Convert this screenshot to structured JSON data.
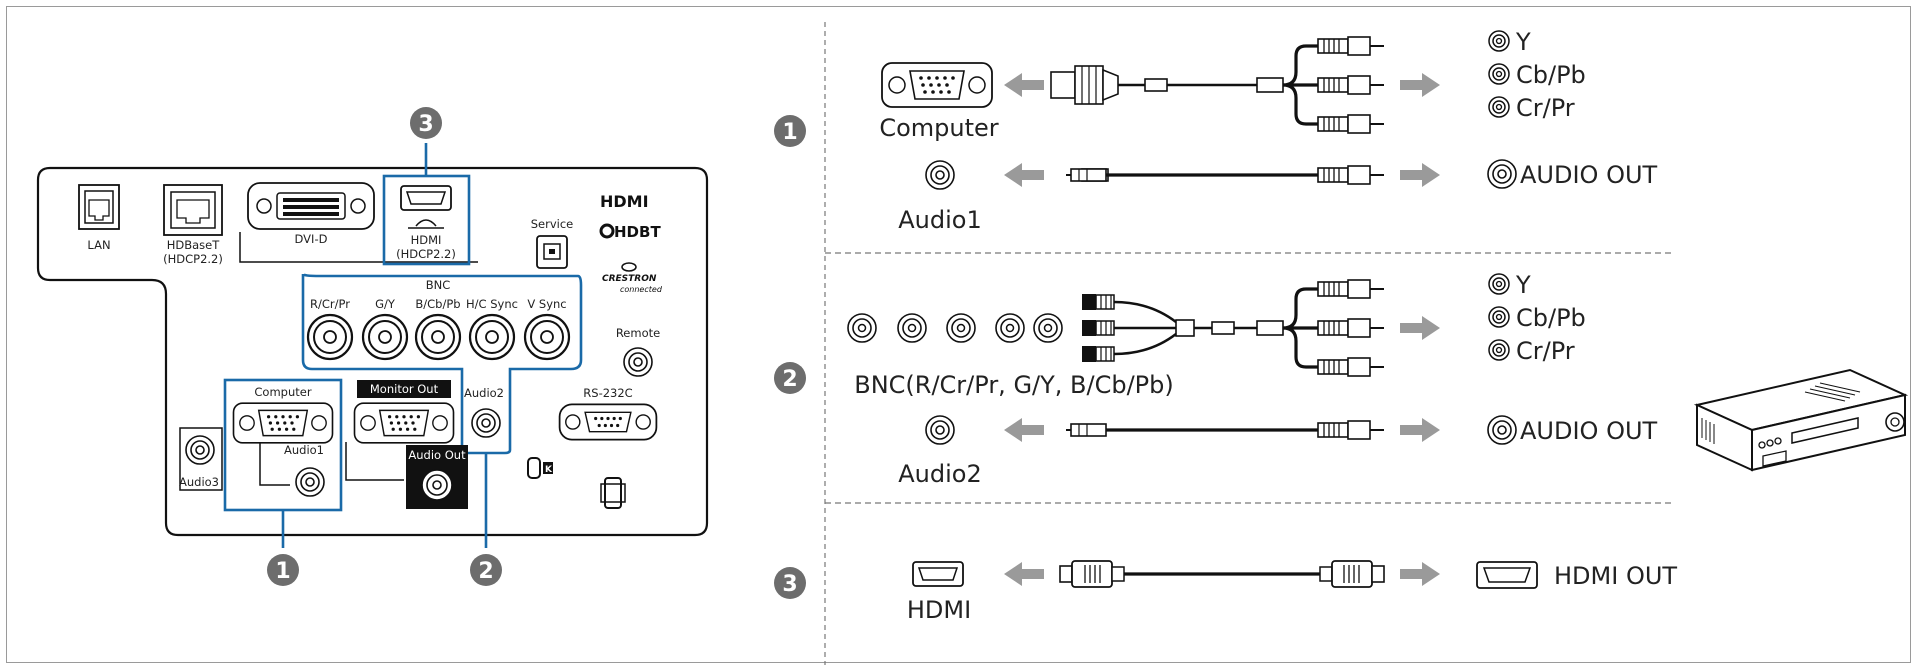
{
  "panel": {
    "ports": {
      "lan": "LAN",
      "hdbaset": "HDBaseT",
      "hdbaset_sub": "(HDCP2.2)",
      "dvi": "DVI-D",
      "hdmi": "HDMI",
      "hdmi_sub": "(HDCP2.2)",
      "service": "Service",
      "bnc": "BNC",
      "bnc_sub": [
        "R/Cr/Pr",
        "G/Y",
        "B/Cb/Pb",
        "H/C Sync",
        "V Sync"
      ],
      "remote": "Remote",
      "computer": "Computer",
      "monitor_out": "Monitor Out",
      "audio2": "Audio2",
      "rs232c": "RS-232C",
      "audio1": "Audio1",
      "audio_out": "Audio Out",
      "audio3": "Audio3"
    },
    "logos": {
      "hdmi": "HDMI",
      "hdbaset": "HDBT",
      "crestron": "CRESTRON",
      "crestron_sub": "connected"
    },
    "callouts": [
      "1",
      "2",
      "3"
    ]
  },
  "connections": [
    {
      "marker": "1",
      "source_label": "Computer",
      "audio_label": "Audio1",
      "outputs": [
        "Y",
        "Cb/Pb",
        "Cr/Pr"
      ],
      "audio_out": "AUDIO OUT"
    },
    {
      "marker": "2",
      "source_label": "BNC(R/Cr/Pr, G/Y, B/Cb/Pb)",
      "audio_label": "Audio2",
      "outputs": [
        "Y",
        "Cb/Pb",
        "Cr/Pr"
      ],
      "audio_out": "AUDIO OUT"
    },
    {
      "marker": "3",
      "source_label": "HDMI",
      "output": "HDMI OUT"
    }
  ],
  "colors": {
    "accent": "#1a6aa8",
    "marker": "#6d6d6d",
    "arrow": "#9a9a9a",
    "dark": "#111111"
  }
}
